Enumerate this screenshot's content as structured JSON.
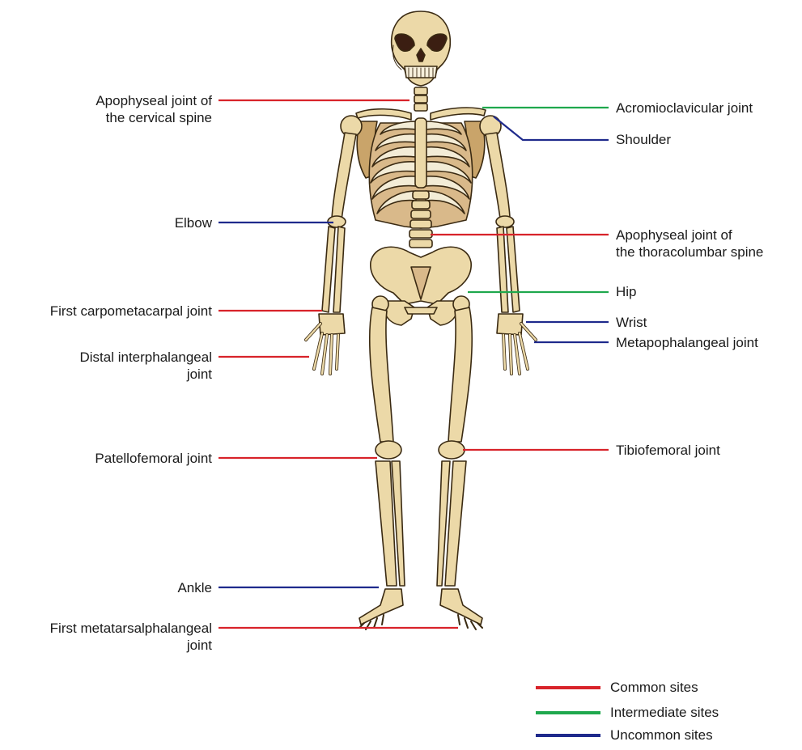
{
  "colors": {
    "common": "#d8232a",
    "intermediate": "#1fa84d",
    "uncommon": "#1f2a8c",
    "bone_fill": "#ecd9a8",
    "bone_shade": "#c9a46a",
    "bone_stroke": "#3a2a12",
    "rib_fill": "#f3ecd6"
  },
  "labels": {
    "apophyseal_cervical": [
      "Apophyseal joint of",
      "the cervical spine"
    ],
    "elbow": "Elbow",
    "first_cmc": "First carpometacarpal joint",
    "distal_interphalangeal": [
      "Distal interphalangeal",
      "joint"
    ],
    "patellofemoral": "Patellofemoral joint",
    "ankle": "Ankle",
    "first_mtp": [
      "First metatarsalphalangeal",
      "joint"
    ],
    "acromioclavicular": "Acromioclavicular joint",
    "shoulder": "Shoulder",
    "apophyseal_thoracolumbar": [
      "Apophyseal joint of",
      "the thoracolumbar spine"
    ],
    "hip": "Hip",
    "wrist": "Wrist",
    "metapophalangeal": "Metapophalangeal joint",
    "tibiofemoral": "Tibiofemoral joint"
  },
  "legend": [
    {
      "label": "Common sites",
      "category": "common"
    },
    {
      "label": "Intermediate sites",
      "category": "intermediate"
    },
    {
      "label": "Uncommon sites",
      "category": "uncommon"
    }
  ]
}
